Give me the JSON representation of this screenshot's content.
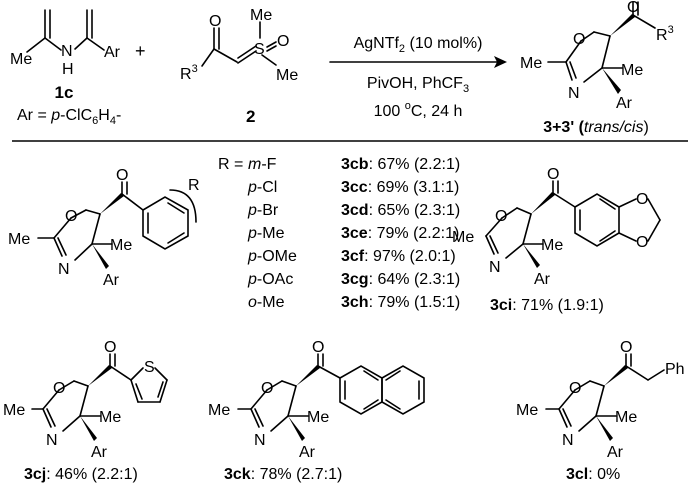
{
  "header": {
    "sm1": {
      "label": "1c",
      "ar_def_pre": "Ar = ",
      "ar_def_italic": "p",
      "ar_def_post": "-ClC",
      "ar_sub6": "6",
      "ar_mid": "H",
      "ar_sub4": "4",
      "ar_end": "-",
      "atoms": {
        "methyl": "Me",
        "n": "N",
        "h": "H",
        "ar": "Ar"
      }
    },
    "plus1": "+",
    "plus2": "+",
    "sm2": {
      "label": "2",
      "atoms": {
        "r3": "R",
        "r3_sup": "3",
        "s": "S",
        "o": "O",
        "me1": "Me",
        "me2": "Me"
      }
    },
    "conditions": {
      "line1_pre": "AgNTf",
      "line1_sub": "2",
      "line1_post": " (10 mol%)",
      "line2_pre": "PivOH, PhCF",
      "line2_sub": "3",
      "line3_pre": "100 ",
      "line3_sup": "o",
      "line3_post": "C, 24 h"
    },
    "product": {
      "label_pre": "3+3' (",
      "label_italic": "trans/cis",
      "label_post": ")",
      "atoms": {
        "o_ring": "O",
        "n_ring": "N",
        "o_carbonyl": "O",
        "me_left": "Me",
        "me_c4": "Me",
        "ar": "Ar",
        "r3": "R",
        "r3_sup": "3"
      }
    }
  },
  "substituent_table": {
    "r_label": "R = ",
    "rows": [
      {
        "sub_prefix": "m",
        "sub_rest": "-F",
        "compound": "3cb",
        "yield_ratio": ": 67% (2.2:1)"
      },
      {
        "sub_prefix": "p",
        "sub_rest": "-Cl",
        "compound": "3cc",
        "yield_ratio": ": 69% (3.1:1)"
      },
      {
        "sub_prefix": "p",
        "sub_rest": "-Br",
        "compound": "3cd",
        "yield_ratio": ": 65% (2.3:1)"
      },
      {
        "sub_prefix": "p",
        "sub_rest": "-Me",
        "compound": "3ce",
        "yield_ratio": ": 79% (2.2:1)"
      },
      {
        "sub_prefix": "p",
        "sub_rest": "-OMe",
        "compound": "3cf",
        "yield_ratio": ": 97% (2.0:1)"
      },
      {
        "sub_prefix": "p",
        "sub_rest": "-OAc",
        "compound": "3cg",
        "yield_ratio": ": 64% (2.3:1)"
      },
      {
        "sub_prefix": "o",
        "sub_rest": "-Me",
        "compound": "3ch",
        "yield_ratio": ": 79% (1.5:1)"
      }
    ]
  },
  "products": {
    "generic": {
      "atoms": {
        "o_ring": "O",
        "n_ring": "N",
        "o_carbonyl": "O",
        "me_left": "Me",
        "me_c4": "Me",
        "ar": "Ar",
        "r": "R"
      }
    },
    "ci": {
      "compound": "3ci",
      "yield_ratio": ": 71% (1.9:1)",
      "atoms": {
        "o_ring": "O",
        "n_ring": "N",
        "o_carbonyl": "O",
        "me_left": "Me",
        "me_c4": "Me",
        "ar": "Ar"
      }
    },
    "cj": {
      "compound": "3cj",
      "yield_ratio": ": 46% (2.2:1)",
      "atoms": {
        "o_ring": "O",
        "n_ring": "N",
        "o_carbonyl": "O",
        "me_left": "Me",
        "me_c4": "Me",
        "ar": "Ar",
        "s": "S"
      }
    },
    "ck": {
      "compound": "3ck",
      "yield_ratio": ": 78% (2.7:1)",
      "atoms": {
        "o_ring": "O",
        "n_ring": "N",
        "o_carbonyl": "O",
        "me_left": "Me",
        "me_c4": "Me",
        "ar": "Ar"
      }
    },
    "cl": {
      "compound": "3cl",
      "yield_ratio": ": 0%",
      "atoms": {
        "o_ring": "O",
        "n_ring": "N",
        "o_carbonyl": "O",
        "me_left": "Me",
        "me_c4": "Me",
        "ar": "Ar",
        "ph": "Ph"
      }
    }
  }
}
